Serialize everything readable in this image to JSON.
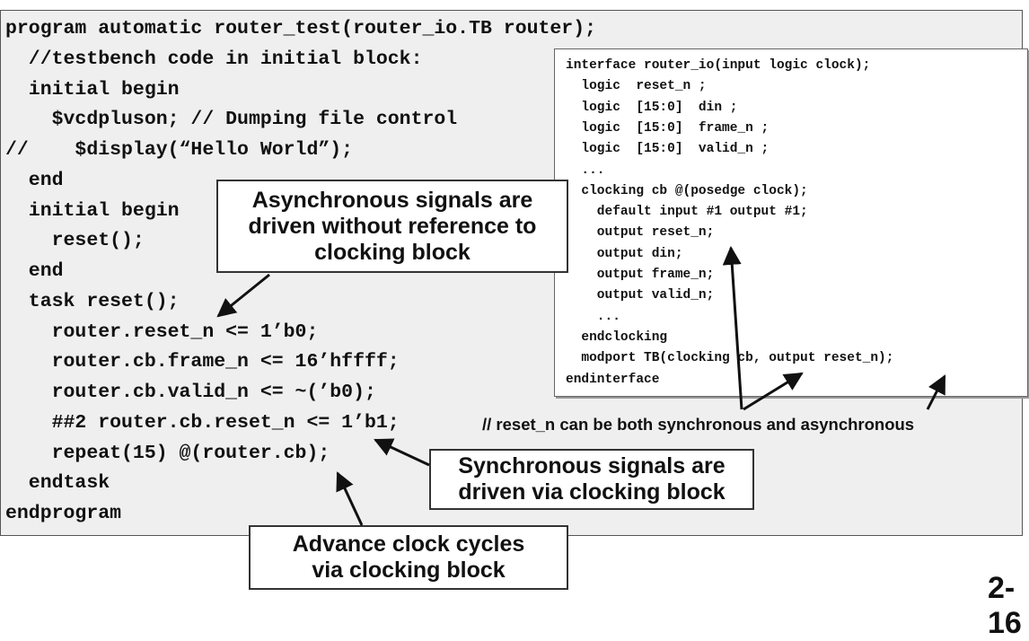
{
  "main_code": [
    "program automatic router_test(router_io.TB router);",
    "  //testbench code in initial block:",
    "  initial begin",
    "    $vcdpluson; // Dumping file control",
    "//    $display(“Hello World”);",
    "  end",
    "  initial begin",
    "    reset();",
    "  end",
    "  task reset();",
    "    router.reset_n <= 1’b0;",
    "    router.cb.frame_n <= 16’hffff;",
    "    router.cb.valid_n <= ~(’b0);",
    "    ##2 router.cb.reset_n <= 1’b1;",
    "    repeat(15) @(router.cb);",
    "  endtask",
    "endprogram"
  ],
  "interface_code": [
    "interface router_io(input logic clock);",
    "  logic  reset_n ;",
    "  logic  [15:0]  din ;",
    "  logic  [15:0]  frame_n ;",
    "  logic  [15:0]  valid_n ;",
    "  ...",
    "  clocking cb @(posedge clock);",
    "    default input #1 output #1;",
    "    output reset_n;",
    "    output din;",
    "    output frame_n;",
    "    output valid_n;",
    "    ...",
    "  endclocking",
    "  modport TB(clocking cb, output reset_n);",
    "endinterface"
  ],
  "callouts": {
    "async": [
      "Asynchronous signals are",
      "driven without reference to",
      "clocking block"
    ],
    "sync": [
      "Synchronous signals are",
      "driven via clocking block"
    ],
    "advance": [
      "Advance clock cycles",
      "via clocking block"
    ]
  },
  "comment_note": "// reset_n can be both synchronous and asynchronous",
  "slide_number": "2-16",
  "colors": {
    "panel_bg": "#efefef",
    "interface_bg": "#ffffff",
    "text": "#111111",
    "border": "#333333"
  }
}
